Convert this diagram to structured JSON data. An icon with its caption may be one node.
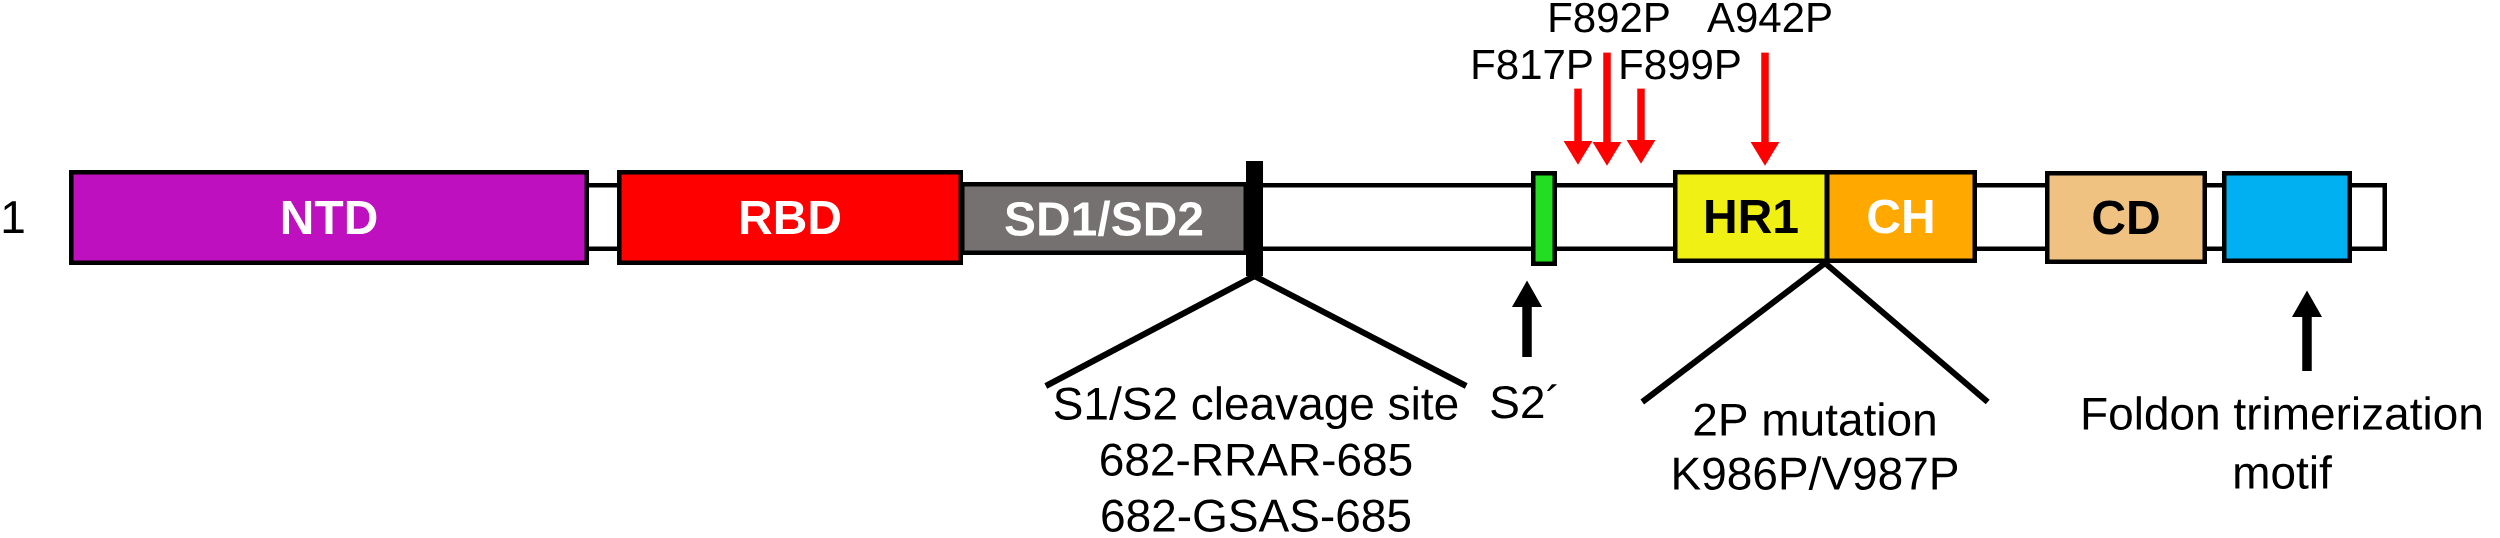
{
  "diagram": {
    "nodes": [
      {
        "text": [
          "F817P"
        ]
      },
      {
        "text": [
          "F892P"
        ]
      },
      {
        "text": [
          "F899P"
        ]
      },
      {
        "text": [
          "A942P"
        ]
      },
      {
        "text": [
          "NTD"
        ]
      },
      {
        "text": [],
        "shape": "box"
      },
      {
        "text": [
          "RBD"
        ]
      },
      {
        "text": [
          "SD1/SD2"
        ]
      },
      {
        "text": [],
        "shape": "bar"
      },
      {
        "text": [],
        "shape": "box"
      },
      {
        "text": [],
        "shape": "box"
      },
      {
        "text": [],
        "shape": "box"
      },
      {
        "text": [
          "HR1"
        ]
      },
      {
        "text": [
          "CH"
        ]
      },
      {
        "text": [],
        "shape": "box"
      },
      {
        "text": [
          "CD"
        ]
      },
      {
        "text": [],
        "shape": "box"
      },
      {
        "text": [],
        "shape": "box"
      },
      {
        "text": [],
        "shape": "box"
      },
      {
        "text": [
          "S1/S2 cleavage site",
          "682-RRAR-685",
          "682-GSAS-685"
        ]
      },
      {
        "text": [
          "S2´"
        ]
      },
      {
        "text": [
          "2P mutation",
          "K986P/V987P"
        ]
      },
      {
        "text": [
          "Foldon trimerization motif"
        ]
      }
    ],
    "edges": [
      {
        "from": 0,
        "to": 11,
        "arrow": "to",
        "color": "#ff0000"
      },
      {
        "from": 1,
        "to": 11,
        "arrow": "to",
        "color": "#ff0000"
      },
      {
        "from": 2,
        "to": 11,
        "arrow": "to",
        "color": "#ff0000"
      },
      {
        "from": 3,
        "to": 12,
        "arrow": "to",
        "color": "#ff0000"
      },
      {
        "from": 19,
        "to": 8,
        "arrow": "none"
      },
      {
        "from": 19,
        "to": 8,
        "arrow": "none"
      },
      {
        "from": 20,
        "to": 10,
        "arrow": "to"
      },
      {
        "from": 21,
        "to": 13,
        "arrow": "none"
      },
      {
        "from": 21,
        "to": 13,
        "arrow": "none"
      },
      {
        "from": 22,
        "to": 17,
        "arrow": "to"
      }
    ],
    "labels": [
      "1"
    ]
  }
}
